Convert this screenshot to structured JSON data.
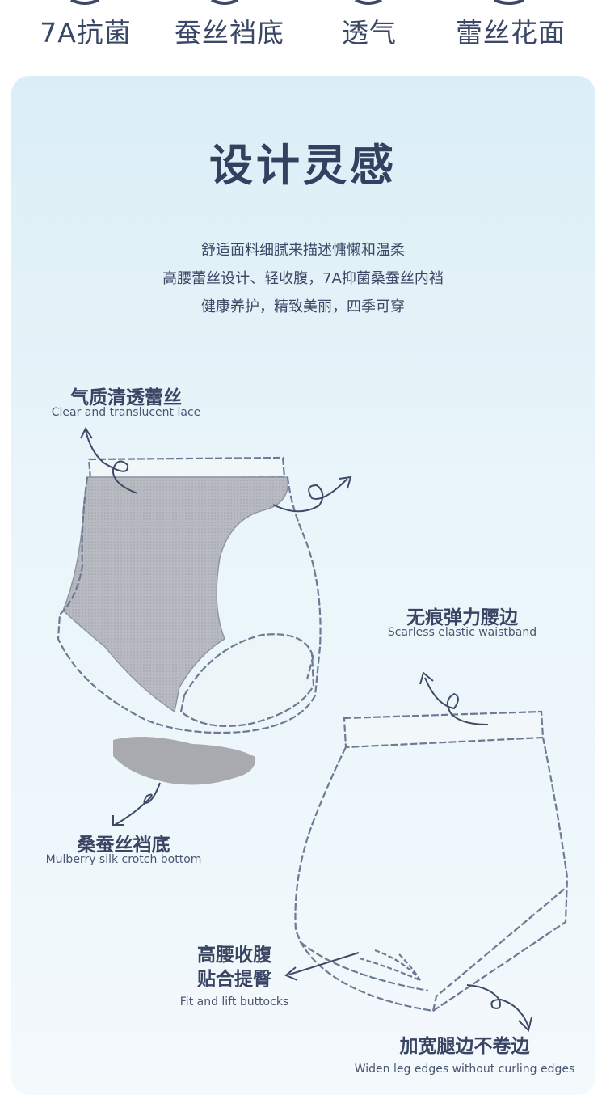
{
  "features": [
    "7A抗菌",
    "蚕丝裆底",
    "透气",
    "蕾丝花面"
  ],
  "title": "设计灵感",
  "description": [
    "舒适面料细腻来描述慵懒和温柔",
    "高腰蕾丝设计、轻收腹，7A抑菌桑蚕丝内裆",
    "健康养护，精致美丽，四季可穿"
  ],
  "callouts": {
    "lace": {
      "cn": "气质清透蕾丝",
      "en": "Clear and translucent lace"
    },
    "crotch": {
      "cn": "桑蚕丝裆底",
      "en": "Mulberry silk crotch bottom"
    },
    "waistband": {
      "cn": "无痕弹力腰边",
      "en": "Scarless elastic waistband"
    },
    "high_waist": {
      "cn_line1": "高腰收腹",
      "cn_line2": "贴合提臀",
      "en": "Fit and lift buttocks"
    },
    "leg_edge": {
      "cn": "加宽腿边不卷边",
      "en": "Widen leg edges without curling edges"
    }
  },
  "colors": {
    "text": "#3a4563",
    "lace_fill": "#b9bcc2",
    "outline": "#6d7a93",
    "card_top": "#dbeef6"
  }
}
